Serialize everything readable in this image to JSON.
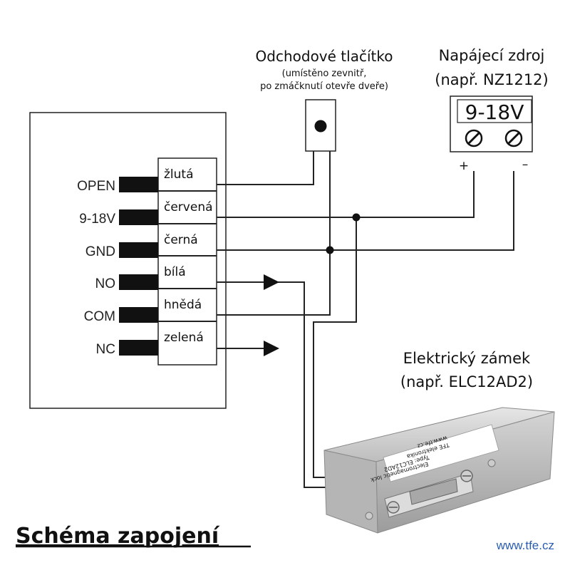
{
  "button": {
    "title": "Odchodové tlačítko",
    "note_line1": "(umístěno zevnitř,",
    "note_line2": "po zmáčknutí otevře dveře)"
  },
  "power": {
    "title_line1": "Napájecí zdroj",
    "title_line2": "(např. NZ1212)",
    "voltage": "9-18V",
    "plus": "+",
    "minus": "–"
  },
  "terminals": [
    {
      "pin": "OPEN",
      "wire": "žlutá"
    },
    {
      "pin": "9-18V",
      "wire": "červená"
    },
    {
      "pin": "GND",
      "wire": "černá"
    },
    {
      "pin": "NO",
      "wire": "bílá"
    },
    {
      "pin": "COM",
      "wire": "hnědá"
    },
    {
      "pin": "NC",
      "wire": "zelená"
    }
  ],
  "lock": {
    "title_line1": "Elektrický zámek",
    "title_line2": "(např. ELC12AD2)",
    "label_line1": "Electromagnetic lock",
    "label_line2": "Type: ELC12AD2",
    "label_line3": "TFE elektronika",
    "label_line4": "www.tfe.cz"
  },
  "footer": {
    "title": "Schéma zapojení",
    "website": "www.tfe.cz"
  },
  "colors": {
    "line": "#222222",
    "lock_metal": "#c9c9c9",
    "brand_blue": "#2a5db0"
  }
}
